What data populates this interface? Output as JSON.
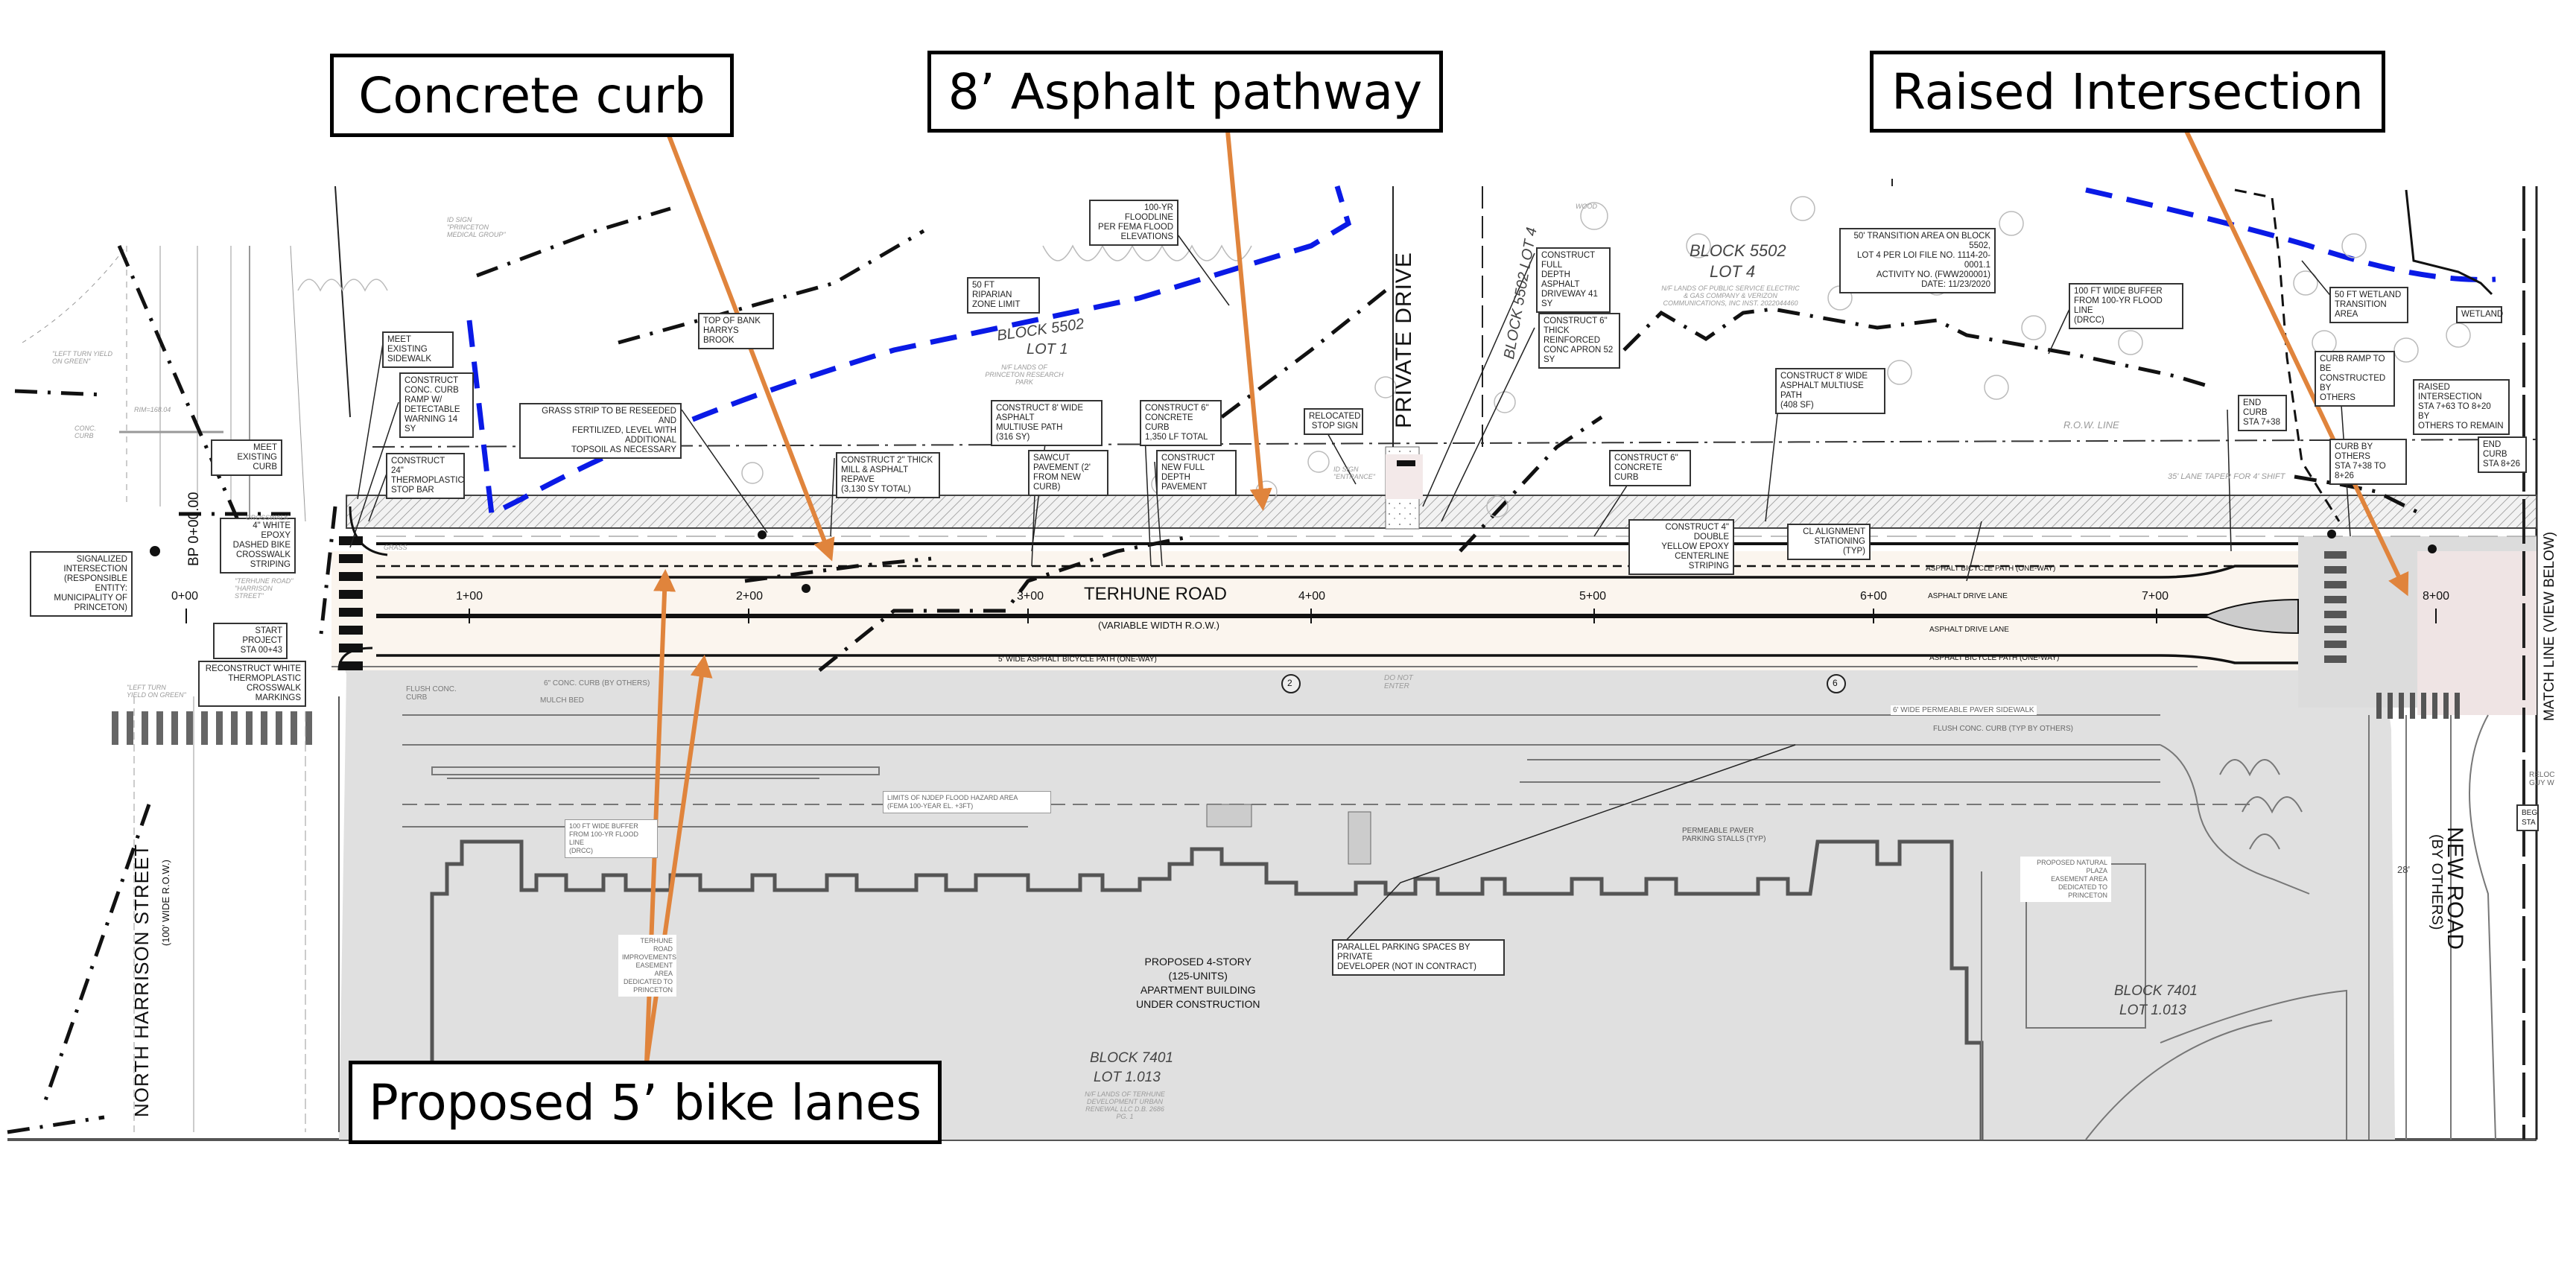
{
  "callouts": {
    "concrete_curb": "Concrete curb",
    "asphalt_pathway": "8’ Asphalt pathway",
    "raised_intersection": "Raised Intersection",
    "bike_lanes": "Proposed 5’ bike lanes"
  },
  "colors": {
    "callout_arrow": "#E0843C",
    "floodline_blue": "#0A1AE6",
    "road_fill": "#FBF5EE",
    "site_fill": "#E0E0E0",
    "linework": "#111111"
  },
  "roads": {
    "terhune": "TERHUNE ROAD",
    "terhune_row": "(VARIABLE WIDTH R.O.W.)",
    "north_harrison": "NORTH HARRISON STREET",
    "north_harrison_row": "(100' WIDE R.O.W.)",
    "private_drive": "PRIVATE DRIVE",
    "new_road": "NEW ROAD",
    "new_road_sub": "(BY OTHERS)",
    "match_line": "MATCH LINE (VIEW BELOW)",
    "bp_station": "BP 0+00.00"
  },
  "stations": [
    "0+00",
    "1+00",
    "2+00",
    "3+00",
    "4+00",
    "5+00",
    "6+00",
    "7+00",
    "8+00"
  ],
  "lane_labels": {
    "bike_path_wb": "ASPHALT BICYCLE PATH (ONE-WAY)",
    "drive_lane_1": "ASPHALT DRIVE LANE",
    "drive_lane_2": "ASPHALT DRIVE LANE",
    "bike_path_eb": "ASPHALT BICYCLE PATH (ONE-WAY)",
    "bike_path_5ft": "5' WIDE ASPHALT BICYCLE PATH (ONE-WAY)",
    "lane_taper": "35' LANE TAPER FOR 4' SHIFT",
    "row_line": "R.O.W. LINE",
    "do_not_enter": "DO NOT ENTER",
    "permeable_sidewalk": "6' WIDE PERMEABLE PAVER SIDEWALK",
    "flush_curb_others": "FLUSH CONC. CURB (TYP BY OTHERS)",
    "width_28": "28'"
  },
  "parcels": {
    "block5502_lot1": {
      "title": "BLOCK 5502",
      "lot": "LOT 1",
      "owner": "N/F LANDS OF PRINCETON RESEARCH PARK"
    },
    "block5502_lot4": {
      "title": "BLOCK 5502",
      "lot": "LOT 4",
      "owner": "N/F LANDS OF PUBLIC SERVICE ELECTRIC & GAS COMPANY & VERIZON COMMUNICATIONS, INC INST. 2022044460"
    },
    "block5502_lot4_vertical": "BLOCK 5502 LOT 4",
    "block7401_a": {
      "title": "BLOCK 7401",
      "lot": "LOT 1.013",
      "owner": "N/F LANDS OF TERHUNE DEVELOPMENT URBAN RENEWAL LLC D.B. 2686 PG. 1"
    },
    "block7401_b": {
      "title": "BLOCK 7401",
      "lot": "LOT 1.013"
    }
  },
  "building": {
    "label": "PROPOSED 4-STORY\n(125-UNITS)\nAPARTMENT BUILDING\nUNDER CONSTRUCTION"
  },
  "notes": {
    "meet_sidewalk": "MEET EXISTING\nSIDEWALK",
    "curb_ramp": "CONSTRUCT\nCONC. CURB\nRAMP W/\nDETECTABLE\nWARNING 14 SY",
    "meet_curb": "MEET EXISTING\nCURB",
    "stop_bar": "CONSTRUCT 24\"\nTHERMOPLASTIC\nSTOP BAR",
    "bike_crosswalk": "4\" WHITE EPOXY\nDASHED BIKE\nCROSSWALK\nSTRIPING",
    "signalized": "SIGNALIZED\nINTERSECTION\n(RESPONSIBLE ENTITY:\nMUNICIPALITY OF\nPRINCETON)",
    "start_project": "START PROJECT\nSTA 00+43",
    "reconstruct_crosswalk": "RECONSTRUCT WHITE\nTHERMOPLASTIC\nCROSSWALK MARKINGS",
    "top_of_bank": "TOP OF BANK\nHARRYS BROOK",
    "riparian": "50 FT RIPARIAN\nZONE LIMIT",
    "floodline_fema": "100-YR FLOODLINE\nPER FEMA FLOOD\nELEVATIONS",
    "grass_strip": "GRASS STRIP TO BE RESEEDED AND\nFERTILIZED, LEVEL WITH ADDITIONAL\nTOPSOIL AS NECESSARY",
    "mill_repave": "CONSTRUCT 2\" THICK\nMILL & ASPHALT REPAVE\n(3,130 SY TOTAL)",
    "multiuse_316": "CONSTRUCT 8' WIDE ASPHALT\nMULTIUSE PATH\n(316 SY)",
    "sawcut": "SAWCUT\nPAVEMENT (2'\nFROM NEW CURB)",
    "concrete_curb_6": "CONSTRUCT 6\"\nCONCRETE CURB\n1,350 LF TOTAL",
    "full_depth": "CONSTRUCT\nNEW FULL DEPTH\nPAVEMENT",
    "relocated_stop": "RELOCATED\nSTOP SIGN",
    "driveway": "CONSTRUCT FULL\nDEPTH ASPHALT\nDRIVEWAY 41 SY",
    "apron": "CONSTRUCT 6\"\nTHICK REINFORCED\nCONC APRON 52 SY",
    "transition_area": "50' TRANSITION AREA ON BLOCK 5502,\nLOT 4 PER LOI FILE NO. 1114-20-0001.1\nACTIVITY NO. (FWW200001)\nDATE: 11/23/2020",
    "buffer_100": "100 FT WIDE BUFFER\nFROM 100-YR FLOOD LINE\n(DRCC)",
    "multiuse_408": "CONSTRUCT 8' WIDE\nASPHALT MULTIUSE PATH\n(408 SF)",
    "concrete_curb_6b": "CONSTRUCT 6\"\nCONCRETE CURB",
    "centerline": "CONSTRUCT 4\" DOUBLE\nYELLOW EPOXY\nCENTERLINE STRIPING",
    "cl_alignment": "CL ALIGNMENT\nSTATIONING (TYP)",
    "wetland_transition": "50 FT WETLAND\nTRANSITION AREA",
    "wetland": "WETLAND",
    "curb_ramp_others": "CURB RAMP TO BE\nCONSTRUCTED BY\nOTHERS",
    "end_curb_738": "END CURB\nSTA 7+38",
    "raised_intersection": "RAISED INTERSECTION\nSTA 7+63 TO 8+20 BY\nOTHERS TO REMAIN",
    "curb_by_others": "CURB BY OTHERS\nSTA 7+38 TO 8+26",
    "end_curb_826": "END CURB\nSTA 8+26",
    "parallel_parking": "PARALLEL PARKING SPACES BY PRIVATE\nDEVELOPER (NOT IN CONTRACT)",
    "flush_curb": "FLUSH CONC.\nCURB",
    "conc_curb_others": "6\" CONC. CURB (BY OTHERS)",
    "mulch_bed": "MULCH BED",
    "flood_hazard": "LIMITS OF NJDEP FLOOD HAZARD AREA\n(FEMA 100-YEAR EL. +3FT)",
    "buffer_100_site": "100 FT WIDE BUFFER\nFROM 100-YR FLOOD LINE\n(DRCC)",
    "easement_terhune": "TERHUNE ROAD\nIMPROVEMENTS\nEASEMENT AREA\nDEDICATED TO\nPRINCETON",
    "natural_plaza": "PROPOSED NATURAL PLAZA\nEASEMENT AREA\nDEDICATED TO PRINCETON",
    "permeable_stalls": "PERMEABLE PAVER\nPARKING STALLS (TYP)",
    "relocate_guy": "RELOC\nGUY W",
    "begin": "BEGI\nSTA"
  },
  "faint_labels": {
    "left_turn_yield_1": "\"LEFT TURN YIELD ON GREEN\"",
    "left_turn_yield_2": "\"LEFT TURN YIELD ON GREEN\"",
    "conc_curb": "CONC. CURB",
    "id_sign_medical": "ID SIGN \"PRINCETON MEDICAL GROUP\"",
    "id_sign_entrance": "ID SIGN \"ENTRANCE\"",
    "wood": "WOOD",
    "terhune_harrison": "\"TERHUNE ROAD\" \"HARRISON STREET\"",
    "rim": "RIM=168.04",
    "crosswalk": "CROSSWALK",
    "grass": "GRASS"
  },
  "markers": [
    "2",
    "6"
  ]
}
